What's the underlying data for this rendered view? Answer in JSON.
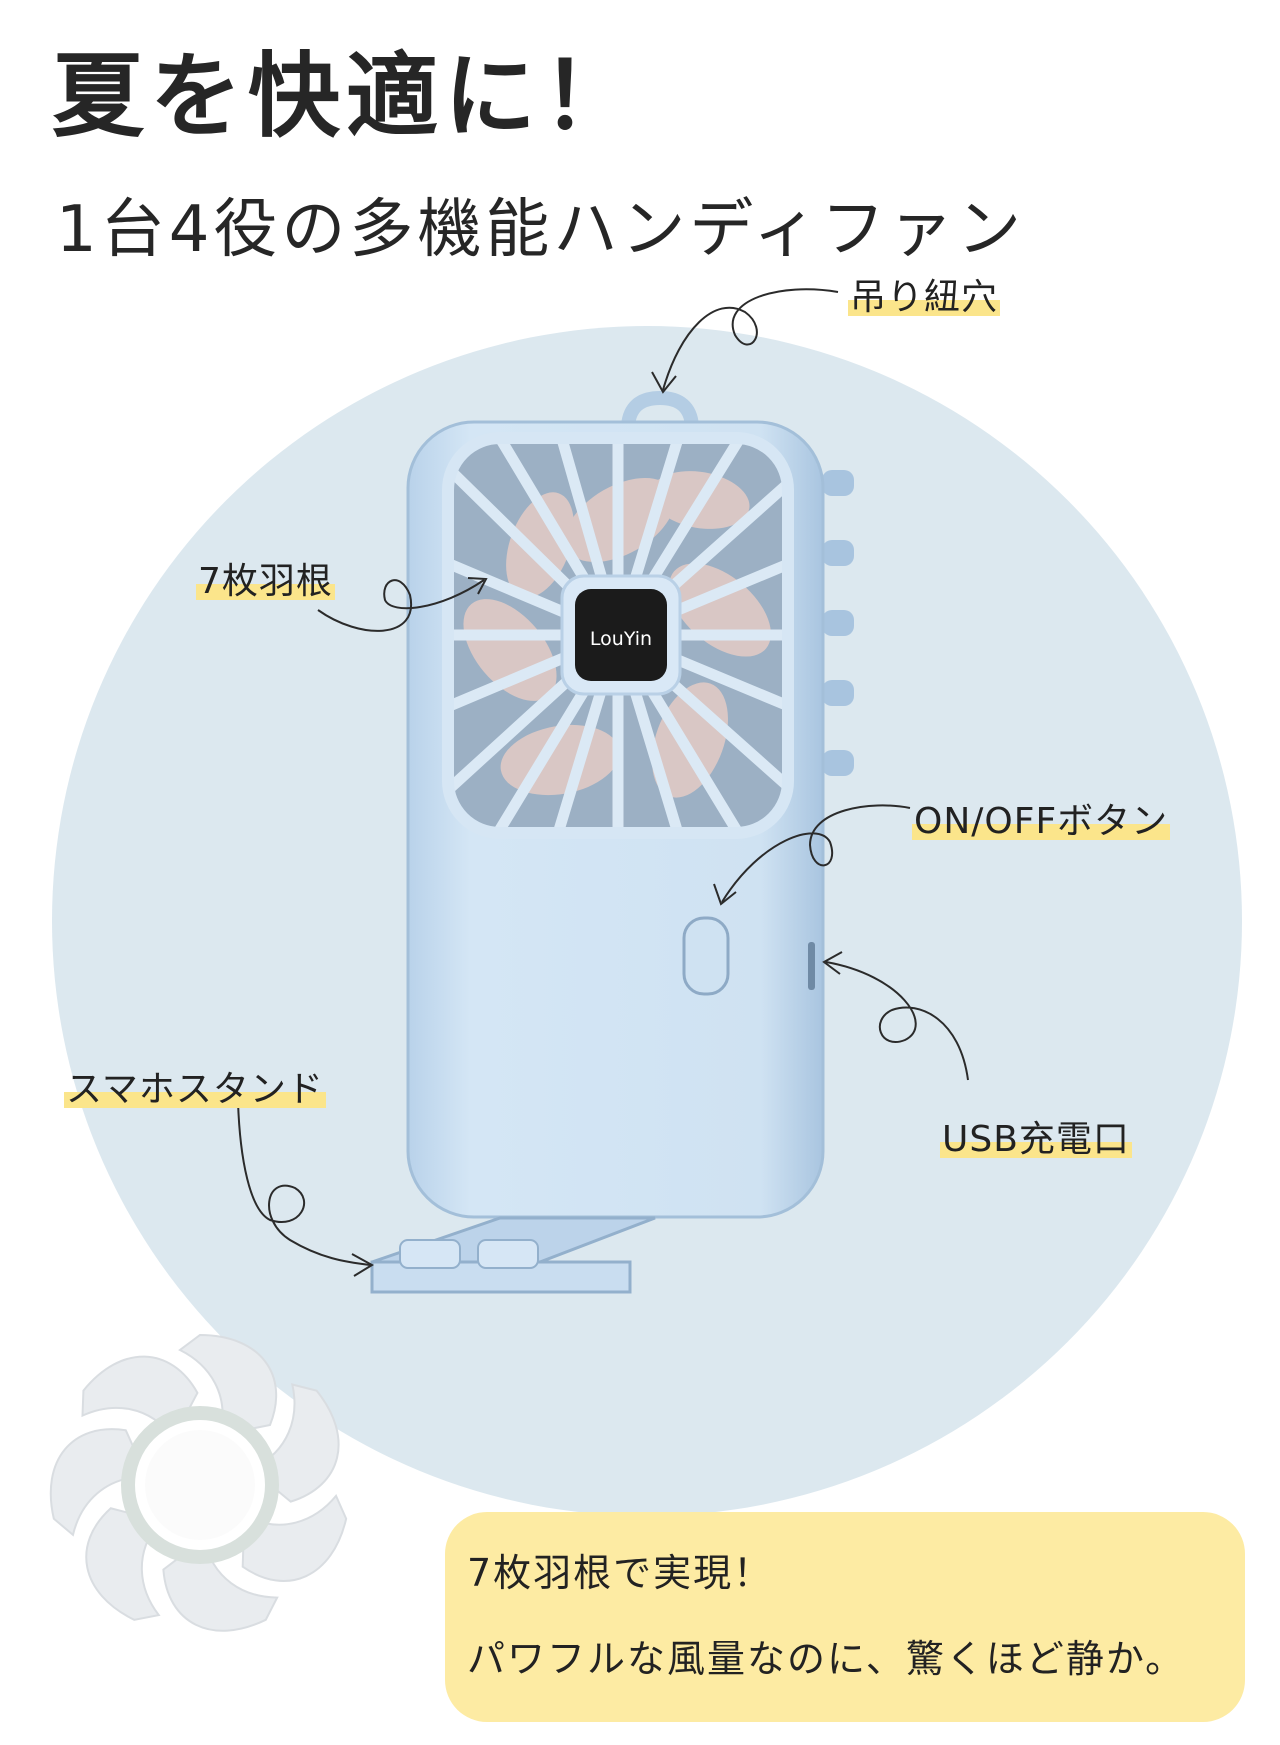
{
  "heading": {
    "title": "夏を快適に！",
    "subtitle": "1台4役の多機能ハンディファン"
  },
  "callouts": {
    "strap_hole": "吊り紐穴",
    "blades": "7枚羽根",
    "power_button": "ON/OFFボタン",
    "phone_stand": "スマホスタンド",
    "usb_port": "USB充電口"
  },
  "product": {
    "logo": "LouYin"
  },
  "info": {
    "line1": "7枚羽根で実現！",
    "line2": "パワフルな風量なのに、驚くほど静か。"
  },
  "colors": {
    "background": "#ffffff",
    "circle": "#dce8ef",
    "fan_body": "#c6dcef",
    "highlight": "#fbe58b",
    "info_box": "#fdeba3",
    "logo_panel": "#1b1b1b"
  }
}
